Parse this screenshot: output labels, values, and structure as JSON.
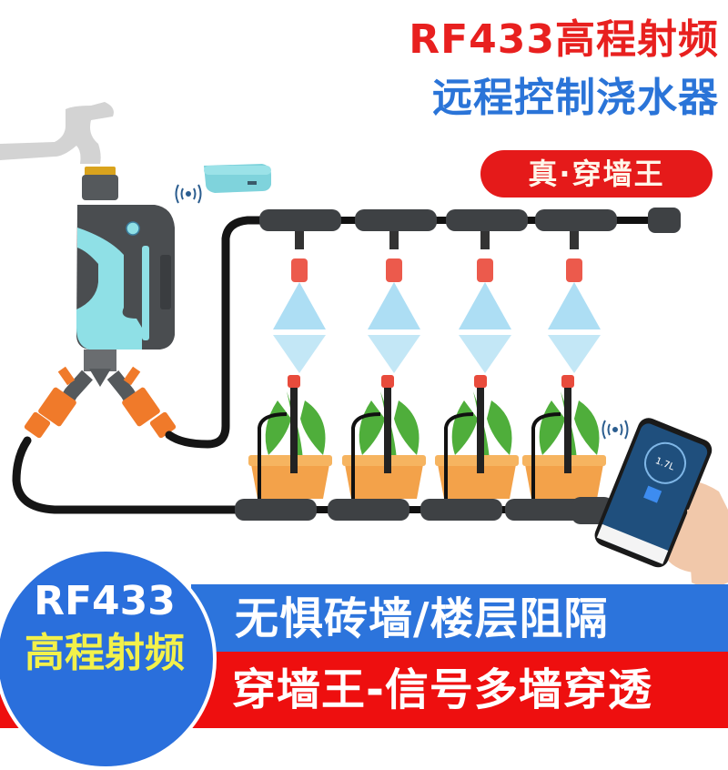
{
  "header": {
    "title_line1": "RF433高程射频",
    "title_line2": "远程控制浇水器",
    "badge": "真·穿墙王"
  },
  "badge_circle": {
    "line1": "RF433",
    "line2": "高程射频"
  },
  "bottom_banner": {
    "blue_text": "无惧砖墙/楼层阻隔",
    "red_text": "穿墙王-信号多墙穿透"
  },
  "phone_screen": {
    "reading": "1.7L"
  },
  "illustration": {
    "sprinkler_count": 4,
    "plant_count": 4,
    "icons": [
      "faucet-icon",
      "water-timer-device",
      "rf-gateway-hub",
      "wireless-signal-icon",
      "smartphone-app",
      "y-splitter-valve",
      "mist-sprinkler-nozzle",
      "potted-plant",
      "drip-stake"
    ]
  },
  "colors": {
    "red": "#e8201f",
    "blue": "#2a74d8",
    "yellow": "#f3f14a",
    "device_teal": "#8fe0e6",
    "device_gray": "#4a4d50",
    "orange": "#f07a2a"
  }
}
